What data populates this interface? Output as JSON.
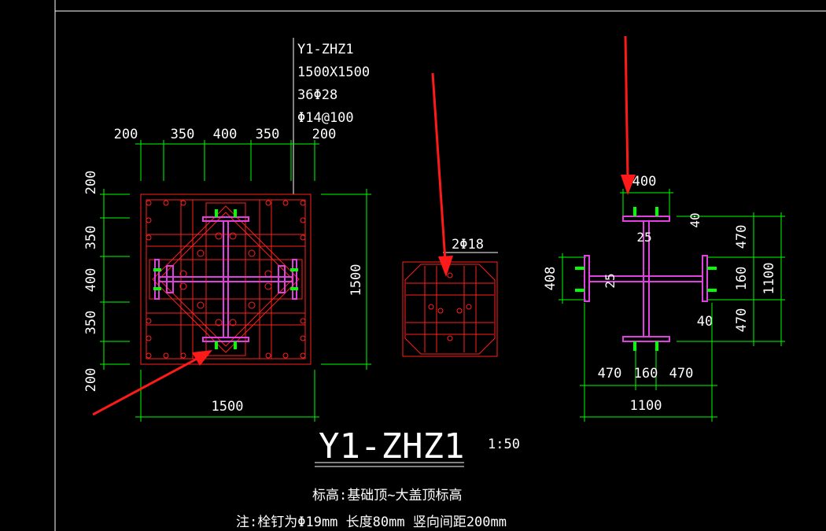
{
  "column": {
    "id": "Y1-ZHZ1",
    "size": "1500X1500",
    "rebar": "36Φ28",
    "stirrup": "Φ14@100"
  },
  "plan_dims": {
    "top": [
      "200",
      "350",
      "400",
      "350",
      "200"
    ],
    "left": [
      "200",
      "350",
      "400",
      "350",
      "200"
    ],
    "right": "1500",
    "bottom": "1500"
  },
  "detail_label": "2Φ18",
  "steel": {
    "top_width": "400",
    "left_width": "408",
    "web_v": "25",
    "web_h": "25",
    "right_dims": [
      "470",
      "160",
      "470"
    ],
    "right_total": "1100",
    "flange_top": "40",
    "flange_bottom": "40",
    "bottom_dims": [
      "470",
      "160",
      "470"
    ],
    "bottom_total": "1100"
  },
  "title": {
    "main": "Y1-ZHZ1",
    "scale": "1:50",
    "note1": "标高:基础顶~大盖顶标高",
    "note2": "注:栓钉为Φ19mm 长度80mm 竖向间距200mm"
  },
  "colors": {
    "background": "#000000",
    "dimension": "#00ff00",
    "rebar": "#ff2020",
    "steel": "#e040e0",
    "text": "#ffffff",
    "arrow": "#ff1a1a"
  }
}
